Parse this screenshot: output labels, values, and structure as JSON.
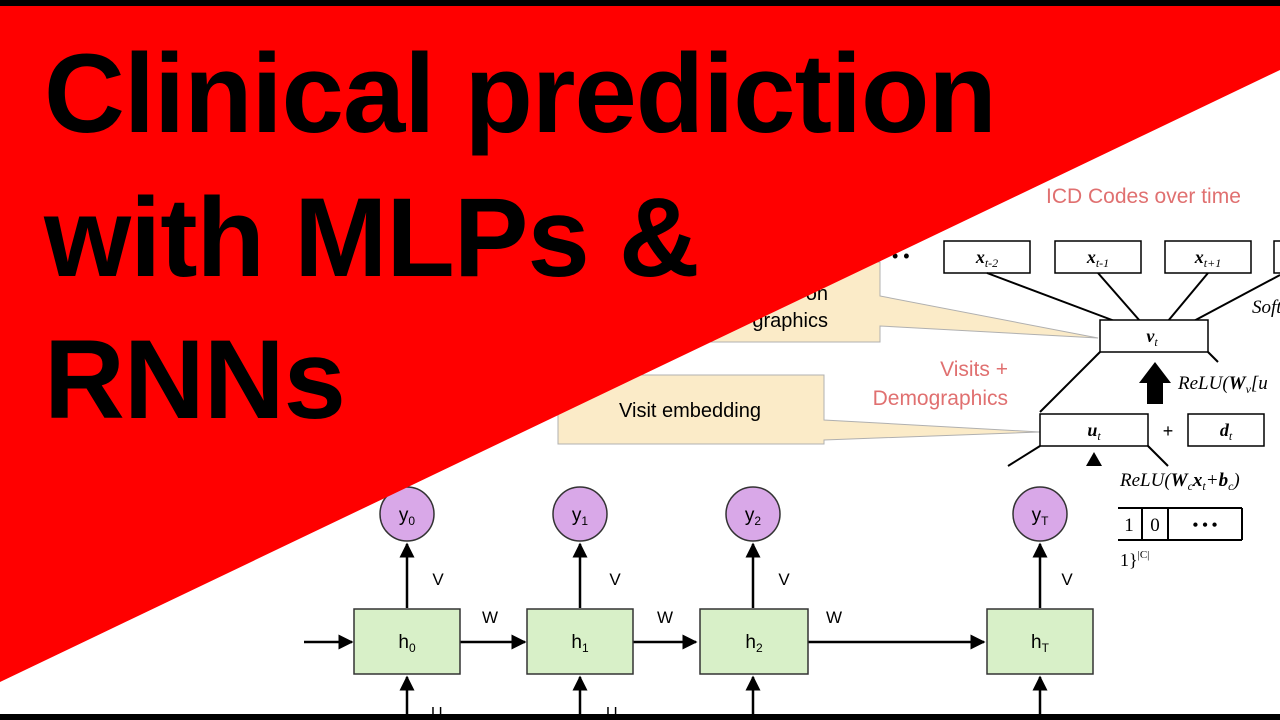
{
  "headline": {
    "line1": "Clinical prediction",
    "line2": "with MLPs &",
    "line3": "RNNs"
  },
  "colors": {
    "banner": "#ff0000",
    "headline_text": "#000000",
    "rnn_output_node": "#d9a8e8",
    "rnn_hidden_node": "#d8f0c8",
    "callout_box": "#fbebc8",
    "section_label": "#e07070"
  },
  "embedding_diagram": {
    "header": "ICD Codes over time",
    "code_nodes": [
      {
        "base": "x",
        "sub": "t-2"
      },
      {
        "base": "x",
        "sub": "t-1"
      },
      {
        "base": "x",
        "sub": "t+1"
      }
    ],
    "leading_ellipsis": "• •",
    "softmax_label": "Soft",
    "visit_node": {
      "base": "v",
      "sub": "t"
    },
    "relu_v_label": {
      "prefix": "ReLU(",
      "w": "W",
      "w_sub": "v",
      "suffix": "[u"
    },
    "section_label_line1": "Visits +",
    "section_label_line2": "Demographics",
    "callout_upper_line1": "on",
    "callout_upper_line2": "graphics",
    "callout_lower": "Visit embedding",
    "u_node": {
      "base": "u",
      "sub": "t"
    },
    "plus_sign": "+",
    "d_node": {
      "base": "d",
      "sub": "t"
    },
    "relu_c_label": {
      "prefix": "ReLU(",
      "w": "W",
      "w_sub": "c",
      "x": "x",
      "x_sub": "t",
      "plus": "+",
      "b": "b",
      "b_sub": "c",
      "suffix": ")"
    },
    "input_vector_cells": [
      "1",
      "0",
      "• • •"
    ],
    "input_vector_caption": "1}",
    "input_vector_caption_sup": "|C|"
  },
  "rnn_diagram": {
    "output_nodes": [
      {
        "base": "y",
        "sub": "0"
      },
      {
        "base": "y",
        "sub": "1"
      },
      {
        "base": "y",
        "sub": "2"
      },
      {
        "base": "y",
        "sub": "T"
      }
    ],
    "hidden_nodes": [
      {
        "base": "h",
        "sub": "0"
      },
      {
        "base": "h",
        "sub": "1"
      },
      {
        "base": "h",
        "sub": "2"
      },
      {
        "base": "h",
        "sub": "T"
      }
    ],
    "output_weight_label": "V",
    "recurrent_weight_label": "W",
    "input_weight_label": "U"
  }
}
